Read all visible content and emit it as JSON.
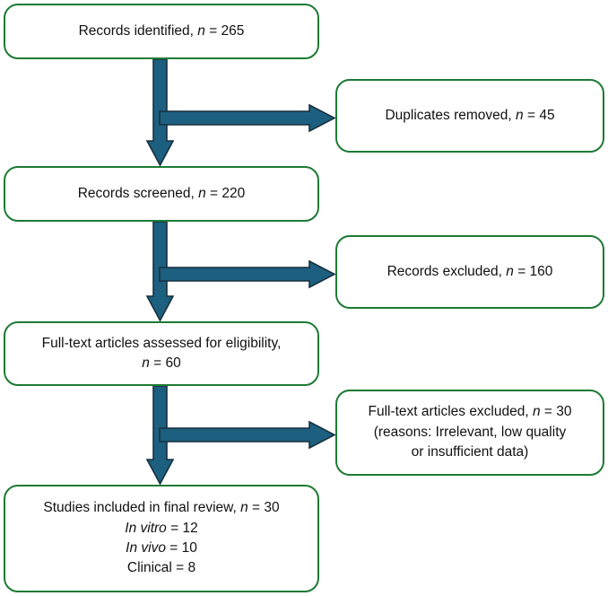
{
  "diagram": {
    "title": "PRISMA study selection flow diagram",
    "type": "flowchart",
    "colors": {
      "box_border": "#1d7a34",
      "box_fill": "#ffffff",
      "arrow_fill": "#1d5f7f",
      "arrow_stroke": "#16313f",
      "text": "#111111"
    }
  },
  "nodes": {
    "identified": {
      "name": "records-identified",
      "lines": [
        {
          "pre": "Records identified, ",
          "italic": "n",
          "post": " = 265"
        }
      ],
      "label": "Records identified, n = 265",
      "count": 265
    },
    "duplicates": {
      "name": "duplicates-removed",
      "lines": [
        {
          "pre": "Duplicates removed, ",
          "italic": "n",
          "post": " = 45"
        }
      ],
      "label": "Duplicates removed, n = 45",
      "count": 45
    },
    "screened": {
      "name": "records-screened",
      "lines": [
        {
          "pre": "Records screened, ",
          "italic": "n",
          "post": " = 220"
        }
      ],
      "label": "Records screened, n = 220",
      "count": 220
    },
    "excluded": {
      "name": "records-excluded",
      "lines": [
        {
          "pre": "Records excluded, ",
          "italic": "n",
          "post": " = 160"
        }
      ],
      "label": "Records excluded, n = 160",
      "count": 160
    },
    "fulltext": {
      "name": "fulltext-assessed",
      "lines": [
        {
          "pre": "Full-text articles assessed for eligibility,",
          "italic": "",
          "post": ""
        },
        {
          "pre": "",
          "italic": "n",
          "post": " = 60"
        }
      ],
      "label": "Full-text articles assessed for eligibility, n = 60",
      "count": 60
    },
    "fulltext_excluded": {
      "name": "fulltext-excluded",
      "lines": [
        {
          "pre": "Full-text articles excluded, ",
          "italic": "n",
          "post": " = 30"
        },
        {
          "pre": "(reasons: Irrelevant, low quality",
          "italic": "",
          "post": ""
        },
        {
          "pre": "or insufficient data)",
          "italic": "",
          "post": ""
        }
      ],
      "label": "Full-text articles excluded, n = 30 (reasons: Irrelevant, low quality or insufficient data)",
      "count": 30,
      "reasons": [
        "Irrelevant",
        "low quality",
        "insufficient data"
      ]
    },
    "included": {
      "name": "studies-included",
      "lines": [
        {
          "pre": "Studies included in final review, ",
          "italic": "n",
          "post": " = 30"
        },
        {
          "pre": "",
          "italic": "In vitro",
          "post": " = 12"
        },
        {
          "pre": "",
          "italic": "In vivo",
          "post": " = 10"
        },
        {
          "pre": "Clinical = 8",
          "italic": "",
          "post": ""
        }
      ],
      "label": "Studies included in final review, n = 30; In vitro = 12; In vivo = 10; Clinical = 8",
      "count": 30,
      "breakdown": [
        {
          "category": "In vitro",
          "value": 12
        },
        {
          "category": "In vivo",
          "value": 10
        },
        {
          "category": "Clinical",
          "value": 8
        }
      ]
    }
  },
  "arrows": [
    {
      "name": "arrow-identified-to-screened",
      "direction": "down",
      "from": "identified",
      "to": "screened"
    },
    {
      "name": "arrow-identified-to-duplicates",
      "direction": "right",
      "from": "identified",
      "to": "duplicates"
    },
    {
      "name": "arrow-screened-to-fulltext",
      "direction": "down",
      "from": "screened",
      "to": "fulltext"
    },
    {
      "name": "arrow-screened-to-excluded",
      "direction": "right",
      "from": "screened",
      "to": "excluded"
    },
    {
      "name": "arrow-fulltext-to-included",
      "direction": "down",
      "from": "fulltext",
      "to": "included"
    },
    {
      "name": "arrow-fulltext-to-fulltext-excluded",
      "direction": "right",
      "from": "fulltext",
      "to": "fulltext_excluded"
    }
  ]
}
